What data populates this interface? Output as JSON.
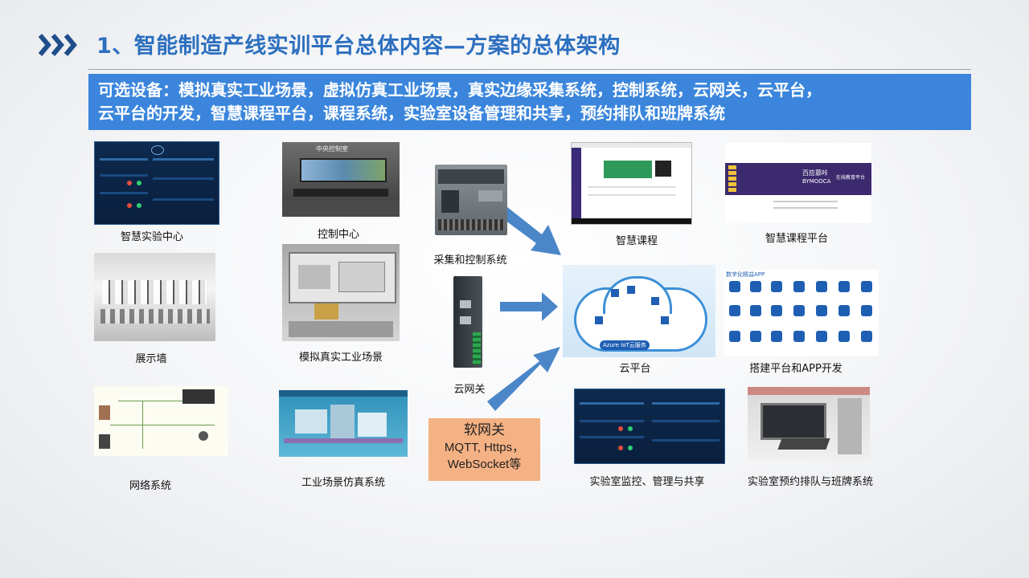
{
  "header": {
    "title": "1、智能制造产线实训平台总体内容—方案的总体架构",
    "chevron_icon": "triple-chevron-right-icon",
    "accent_color": "#2c6fbf"
  },
  "banner": {
    "line1": "可选设备：模拟真实工业场景，虚拟仿真工业场景，真实边缘采集系统，控制系统，云网关，云平台，",
    "line2": "云平台的开发，智慧课程平台，课程系统，实验室设备管理和共享，预约排队和班牌系统",
    "color": "#3b86dc"
  },
  "items": {
    "smart_lab": "智慧实验中心",
    "control_center": "控制中心",
    "display_wall": "展示墙",
    "sim_industrial": "模拟真实工业场景",
    "network": "网络系统",
    "industrial_sim": "工业场景仿真系统",
    "collect_control": "采集和控制系统",
    "cloud_gateway": "云网关",
    "smart_course": "智慧课程",
    "smart_course_platform": "智慧课程平台",
    "cloud_platform": "云平台",
    "build_platform_app": "搭建平台和APP开发",
    "lab_monitor": "实验室监控、管理与共享",
    "lab_booking": "实验室预约排队与班牌系统"
  },
  "soft_gateway": {
    "title": "软网关",
    "line2": "MQTT, Https，",
    "line3": "WebSocket等",
    "color": "#f4b183"
  },
  "thumb_text": {
    "control_room_sign": "中央控制室",
    "azure_label": "Azure IoT云服务",
    "app_title": "数字化精益APP",
    "mooc_brand": "百应慕咔",
    "mooc_en": "BYMOOCA",
    "mooc_sub": "在线教育平台"
  },
  "arrow_color": "#4a86c8"
}
